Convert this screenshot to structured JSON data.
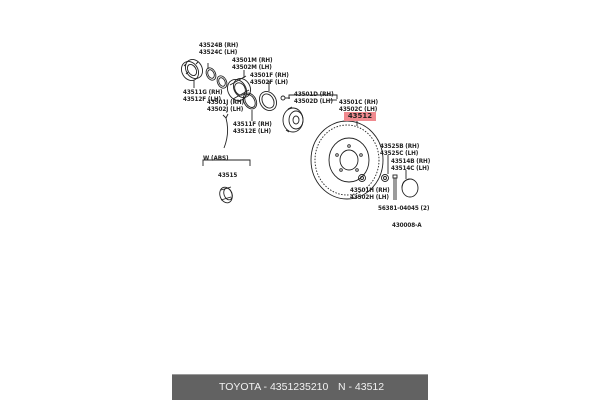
{
  "diagram": {
    "highlighted_part": "43512",
    "figure_ref": "430008-A",
    "labels": {
      "p43524": [
        "43524B (RH)",
        "43524C (LH)"
      ],
      "p43511": [
        "43511G (RH)",
        "43512F (LH)"
      ],
      "p43501M": [
        "43501M (RH)",
        "43502M (LH)"
      ],
      "p43501F": [
        "43501F (RH)",
        "43502F (LH)"
      ],
      "p43501J": [
        "43501J (RH)",
        "43502J (LH)"
      ],
      "p43511F": [
        "43511F (RH)",
        "43512E (LH)"
      ],
      "p43501D": [
        "43501D (RH)",
        "43502D (LH)"
      ],
      "p43501C": [
        "43501C (RH)",
        "43502C (LH)"
      ],
      "abs": "W (ABS)",
      "p43515": "43515",
      "p43525": [
        "43525B (RH)",
        "43525C (LH)"
      ],
      "p43514": [
        "43514B (RH)",
        "43514C (LH)"
      ],
      "p43501H": [
        "43501H (RH)",
        "43502H (LH)"
      ],
      "bolt": "56381-04045 (2)"
    }
  },
  "footer": {
    "brand_part": "TOYOTA - 4351235210",
    "ref": "N - 43512"
  },
  "colors": {
    "highlight": "#f08a8f",
    "footer_bg": "#626262",
    "footer_text": "#f2f2f2",
    "line": "#222222"
  }
}
